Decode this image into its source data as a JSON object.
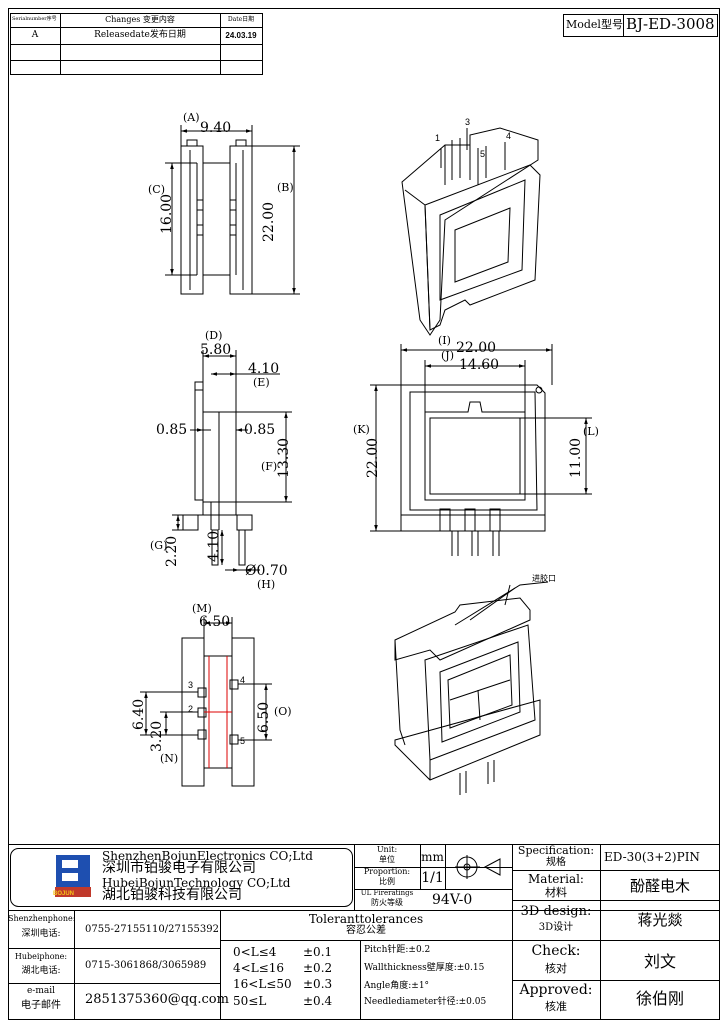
{
  "revision": {
    "headers": [
      "Serialnumber序号",
      "Changes 变更内容",
      "Date日期"
    ],
    "rows": [
      [
        "A",
        "Releasedate发布日期",
        "24.03.19"
      ]
    ]
  },
  "model": {
    "label": "Model型号",
    "value": "BJ-ED-3008"
  },
  "dims": {
    "A": "(A)",
    "A_val": "9.40",
    "B": "(B)",
    "B_val": "22.00",
    "C": "(C)",
    "C_val": "16.00",
    "D": "(D)",
    "D_val": "5.80",
    "E": "(E)",
    "E_val": "4.10",
    "F": "(F)",
    "F_val": "13.30",
    "G": "(G)",
    "G_val": "2.20",
    "H": "(H)",
    "H_val": "Ø0.70",
    "left_085": "0.85",
    "right_085": "0.85",
    "pin_len": "4.10",
    "I": "(I)",
    "I_val": "22.00",
    "J": "(J)",
    "J_val": "14.60",
    "K": "(K)",
    "K_val": "22.00",
    "L": "(L)",
    "L_val": "11.00",
    "M": "(M)",
    "M_val": "6.50",
    "N": "(N)",
    "N_val1": "6.40",
    "N_val2": "3.20",
    "O": "(O)",
    "O_val": "6.50",
    "pins_iso": [
      "1",
      "3",
      "4",
      "5"
    ],
    "pins_bottom": [
      "3",
      "4",
      "2",
      "5"
    ],
    "gate_label": "进胶口"
  },
  "title_block": {
    "company_en1": "ShenzhenBojunElectronics CO;Ltd",
    "company_cn1": "深圳市铂骏电子有限公司",
    "company_en2": "HubeiBojunTechnology CO;Ltd",
    "company_cn2": "湖北铂骏科技有限公司",
    "logo_text": "BOJUN",
    "unit_label": "Unit:",
    "unit_cn": "单位",
    "unit_val": "mm",
    "prop_label": "Proportion:",
    "prop_cn": "比例",
    "prop_val": "1/1",
    "fire_label": "UL Fireratings",
    "fire_cn": "防火等级",
    "fire_val": "94V-0",
    "spec_label": "Specification:",
    "spec_cn": "规格",
    "spec_val": "ED-30(3+2)PIN",
    "mat_label": "Material:",
    "mat_cn": "材料",
    "mat_val": "酚醛电木",
    "design_label": "3D design:",
    "design_cn": "3D设计",
    "design_val": "蒋光燚",
    "check_label": "Check:",
    "check_cn": "核对",
    "check_val": "刘文",
    "approved_label": "Approved:",
    "approved_cn": "核准",
    "approved_val": "徐伯刚",
    "sz_phone_label": "Shenzhenphone:",
    "sz_phone_cn": "深圳电话:",
    "sz_phone_val": "0755-27155110/27155392",
    "hb_phone_label": "Hubeiphone:",
    "hb_phone_cn": "湖北电话:",
    "hb_phone_val": "0715-3061868/3065989",
    "email_label": "e-mail",
    "email_cn": "电子邮件",
    "email_val": "2851375360@qq.com",
    "tol_title": "Toleranttolerances",
    "tol_cn": "容忍公差",
    "tol_rows": [
      {
        "range": "0<L≤4",
        "tol": "±0.1"
      },
      {
        "range": "4<L≤16",
        "tol": "±0.2"
      },
      {
        "range": "16<L≤50",
        "tol": "±0.3"
      },
      {
        "range": "50≤L",
        "tol": "±0.4"
      }
    ],
    "pitch": "Pitch针距:±0.2",
    "wall": "Wallthickness壁厚度:±0.15",
    "angle": "Angle角度:±1°",
    "needle": "Needlediameter针径:±0.05"
  }
}
